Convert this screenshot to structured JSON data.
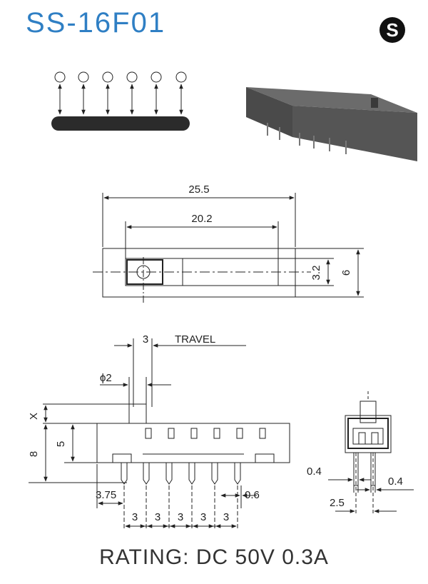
{
  "title": "SS-16F01",
  "logo": {
    "letter": "S",
    "icon": "s-circle-logo-icon"
  },
  "rating": "RATING: DC 50V 0.3A",
  "colors": {
    "title": "#2f7fc4",
    "ink": "#222222"
  },
  "top_view": {
    "overall_length": "25.5",
    "pitch_span": "20.2",
    "inner_width": "3.2",
    "overall_width": "6"
  },
  "side_view": {
    "travel_value": "3",
    "travel_label": "TRAVEL",
    "knob_diameter": "ϕ2",
    "knob_height_label": "X",
    "body_height": "5",
    "total_height": "8",
    "first_pin_offset": "3.75",
    "pin_width": "0.6",
    "pin_pitches": [
      "3",
      "3",
      "3",
      "3",
      "3"
    ]
  },
  "end_view": {
    "left_pin": "0.4",
    "right_pin": "0.4",
    "pin_spacing": "2.5"
  }
}
